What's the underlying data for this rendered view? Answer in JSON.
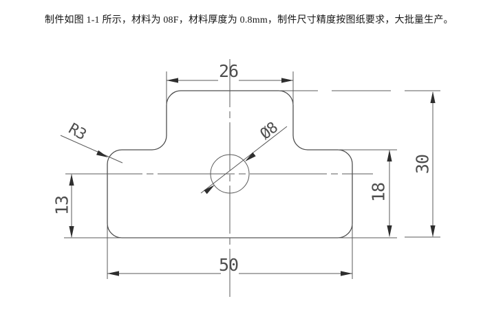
{
  "page": {
    "description": "制件如图 1-1 所示，材料为 08F，材料厚度为 0.8mm，制件尺寸精度按图纸要求，大批量生产。"
  },
  "drawing": {
    "type": "engineering-dimension-drawing",
    "dimensions": {
      "top_width": "26",
      "base_width": "50",
      "overall_height": "30",
      "shoulder_height": "18",
      "hole_center_height": "13",
      "corner_radius": "R3",
      "hole_diameter": "Ø8"
    },
    "colors": {
      "background": "#ffffff",
      "line": "#4e4e4e",
      "text": "#151515"
    }
  }
}
